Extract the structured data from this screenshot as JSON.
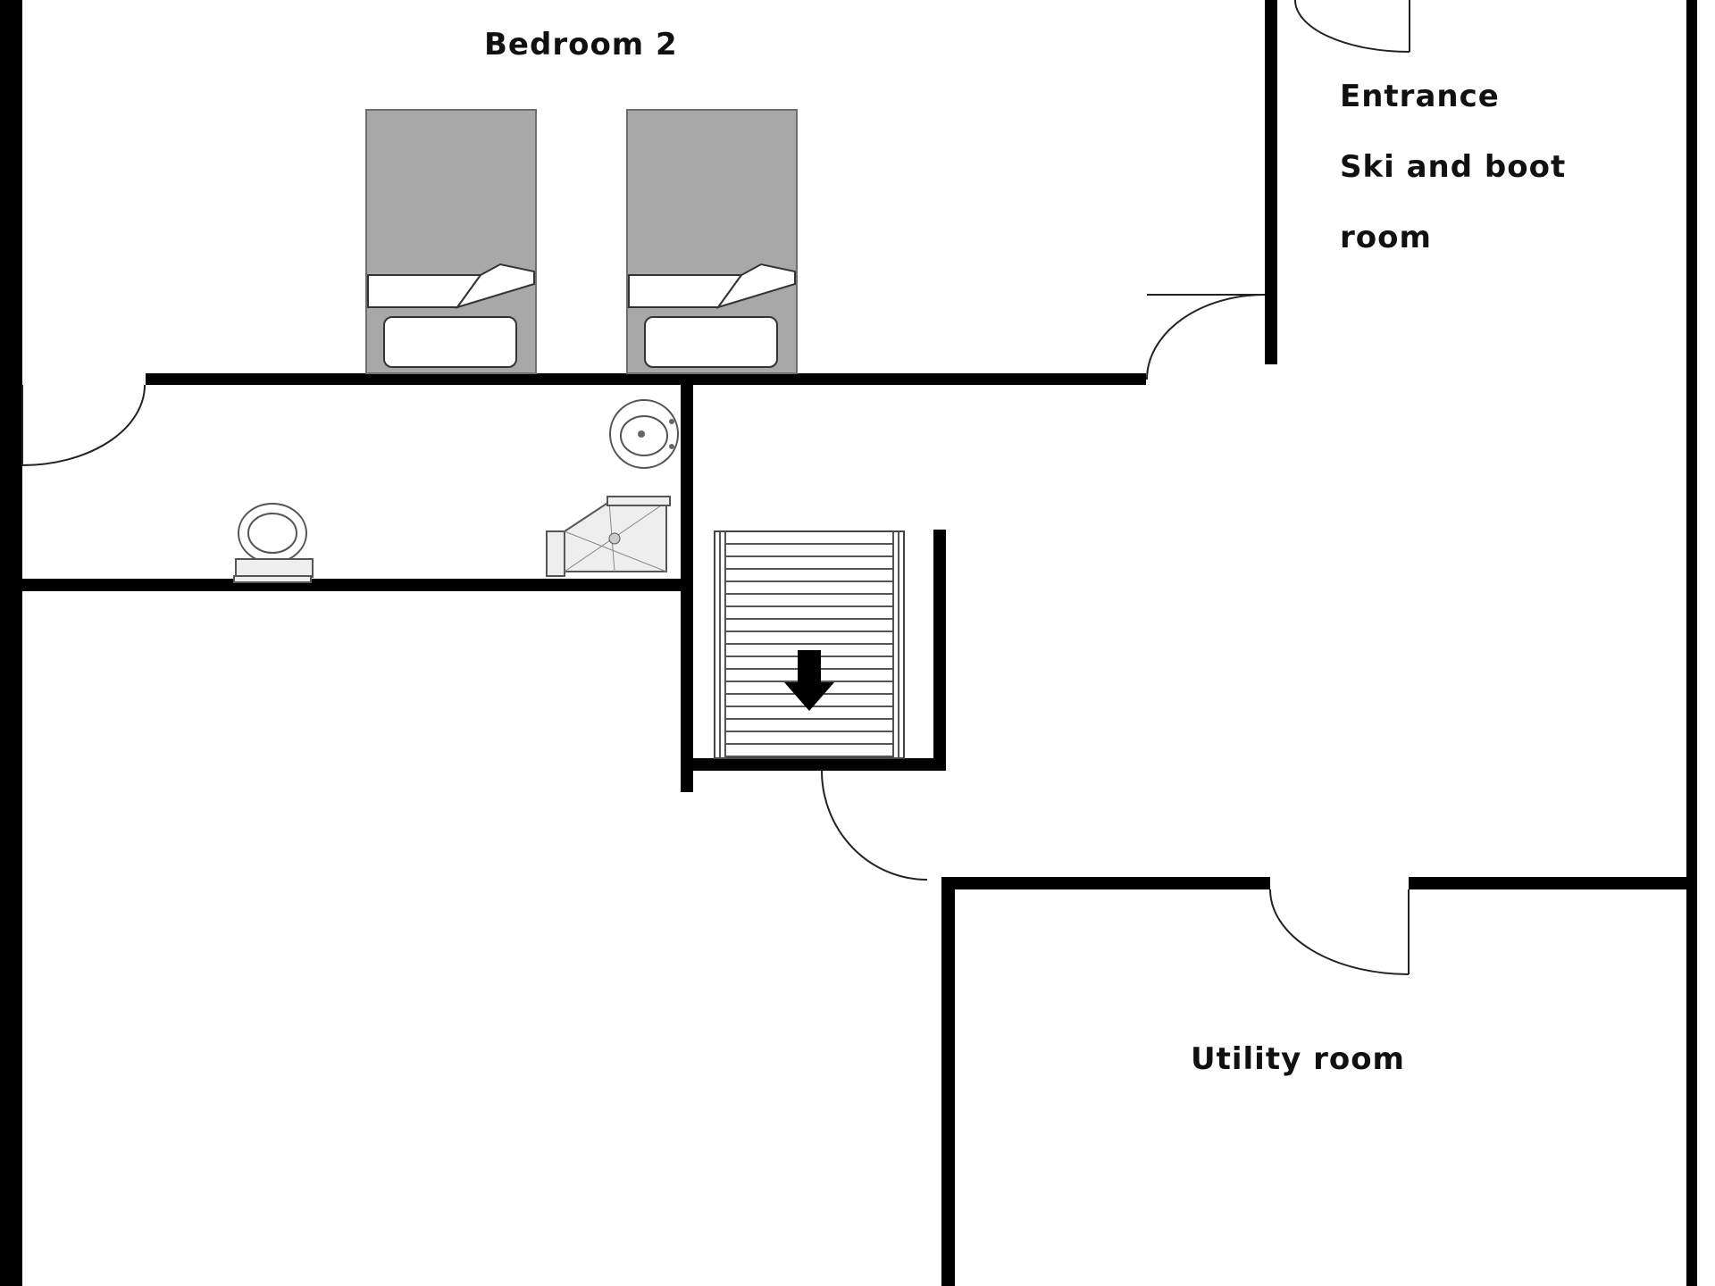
{
  "rooms": {
    "bedroom2": "Bedroom 2",
    "entrance_line1": "Entrance",
    "entrance_line2": "Ski and boot",
    "entrance_line3": "room",
    "utility": "Utility room"
  },
  "icons": [
    "bed-icon",
    "washbasin-icon",
    "toilet-icon",
    "shower-tray-icon",
    "stairs-down-arrow-icon"
  ],
  "colors": {
    "wall": "#000000",
    "bed": "#a8a8a8",
    "background": "#ffffff"
  }
}
